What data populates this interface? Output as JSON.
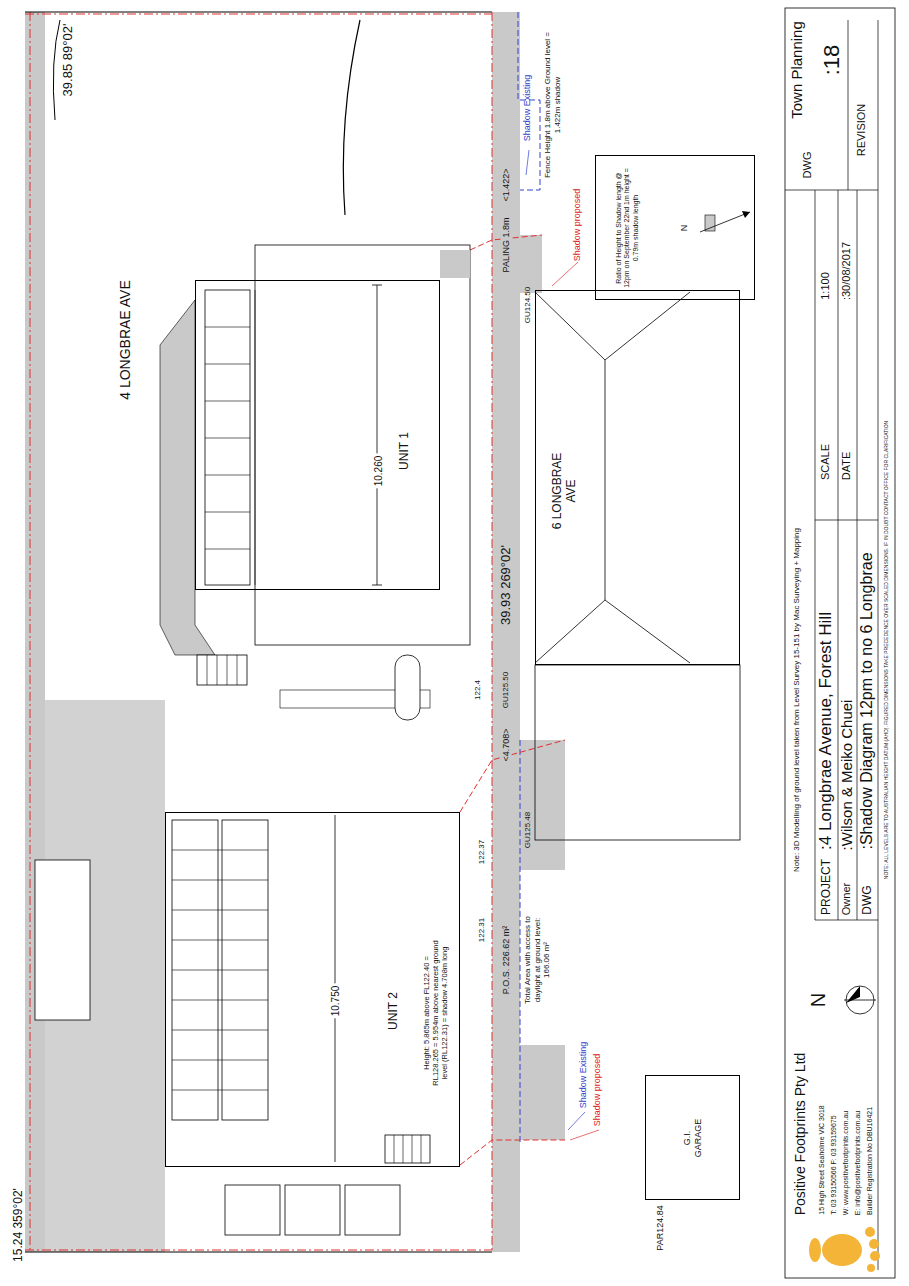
{
  "diagram": {
    "nodes": [
      {
        "text": [
          "10.260",
          "UNIT 1"
        ]
      },
      {
        "text": [
          "10.750",
          "UNIT 2",
          "Height: 5.865m above FL122.40 = RL128.265 = 5.954m above nearest ground level (RL122.31) = shadow 4.708m long"
        ]
      },
      {
        "text": [
          "6 LONGBRAE AVE"
        ]
      },
      {
        "text": [
          "Ratio of Height to Shadow length @ 12pm on September 22nd 1m height = 0.79m shadow length",
          "N"
        ]
      },
      {
        "text": [
          "G.I. GARAGE"
        ]
      }
    ],
    "labels": [
      "39.85  89°02'",
      "4 LONGBRAE AVE",
      "39.93  269°02'",
      "PALING 1.8m",
      "<1.422>",
      "Shadow Existing",
      "Fence Height 1.8m above Ground level = 1.422m shadow",
      "Shadow proposed",
      "<4.708>",
      "P.O.S.  226.62 m²",
      "Total Area with access to daylight at ground level:  166.06 m²",
      "Shadow Existing",
      "Shadow proposed",
      "PAR124.84",
      "GU124.50",
      "GU125.50",
      "GU125.48",
      "122.4",
      "122.37",
      "122.31",
      "Note: 3D Modelling of ground level taken from Level Survey 15-151 by Mac Surveying + Mapping",
      "PROJECT",
      ":4 Longbrae Avenue, Forest Hill",
      "Owner",
      ":Wilson & Meiko Chuei",
      "DWG",
      ":Shadow Diagram 12pm to no 6 Longbrae",
      "SCALE",
      "1:100",
      "DATE",
      ":30/08/2017",
      "REVISION",
      "DWG",
      ":18",
      "Town Planning",
      "Positive Footprints Pty Ltd",
      "15 High Street Seaholme VIC 3018",
      "T: 03 93150566   F: 03 93159675",
      "W: www.positivefootprints.com.au",
      "E: info@positivefootprints.com.au",
      "Builder Registration No DBU16421",
      "N",
      "NOTE: ALL LEVELS ARE TO AUSTRALIAN HEIGHT DATUM (AHD). FIGURED DIMENSIONS TAKE PRECEDENCE OVER SCALED DIMENSIONS. IF IN DOUBT CONTACT OFFICE FOR CLARIFICATION",
      "15.24  359°02'"
    ]
  }
}
